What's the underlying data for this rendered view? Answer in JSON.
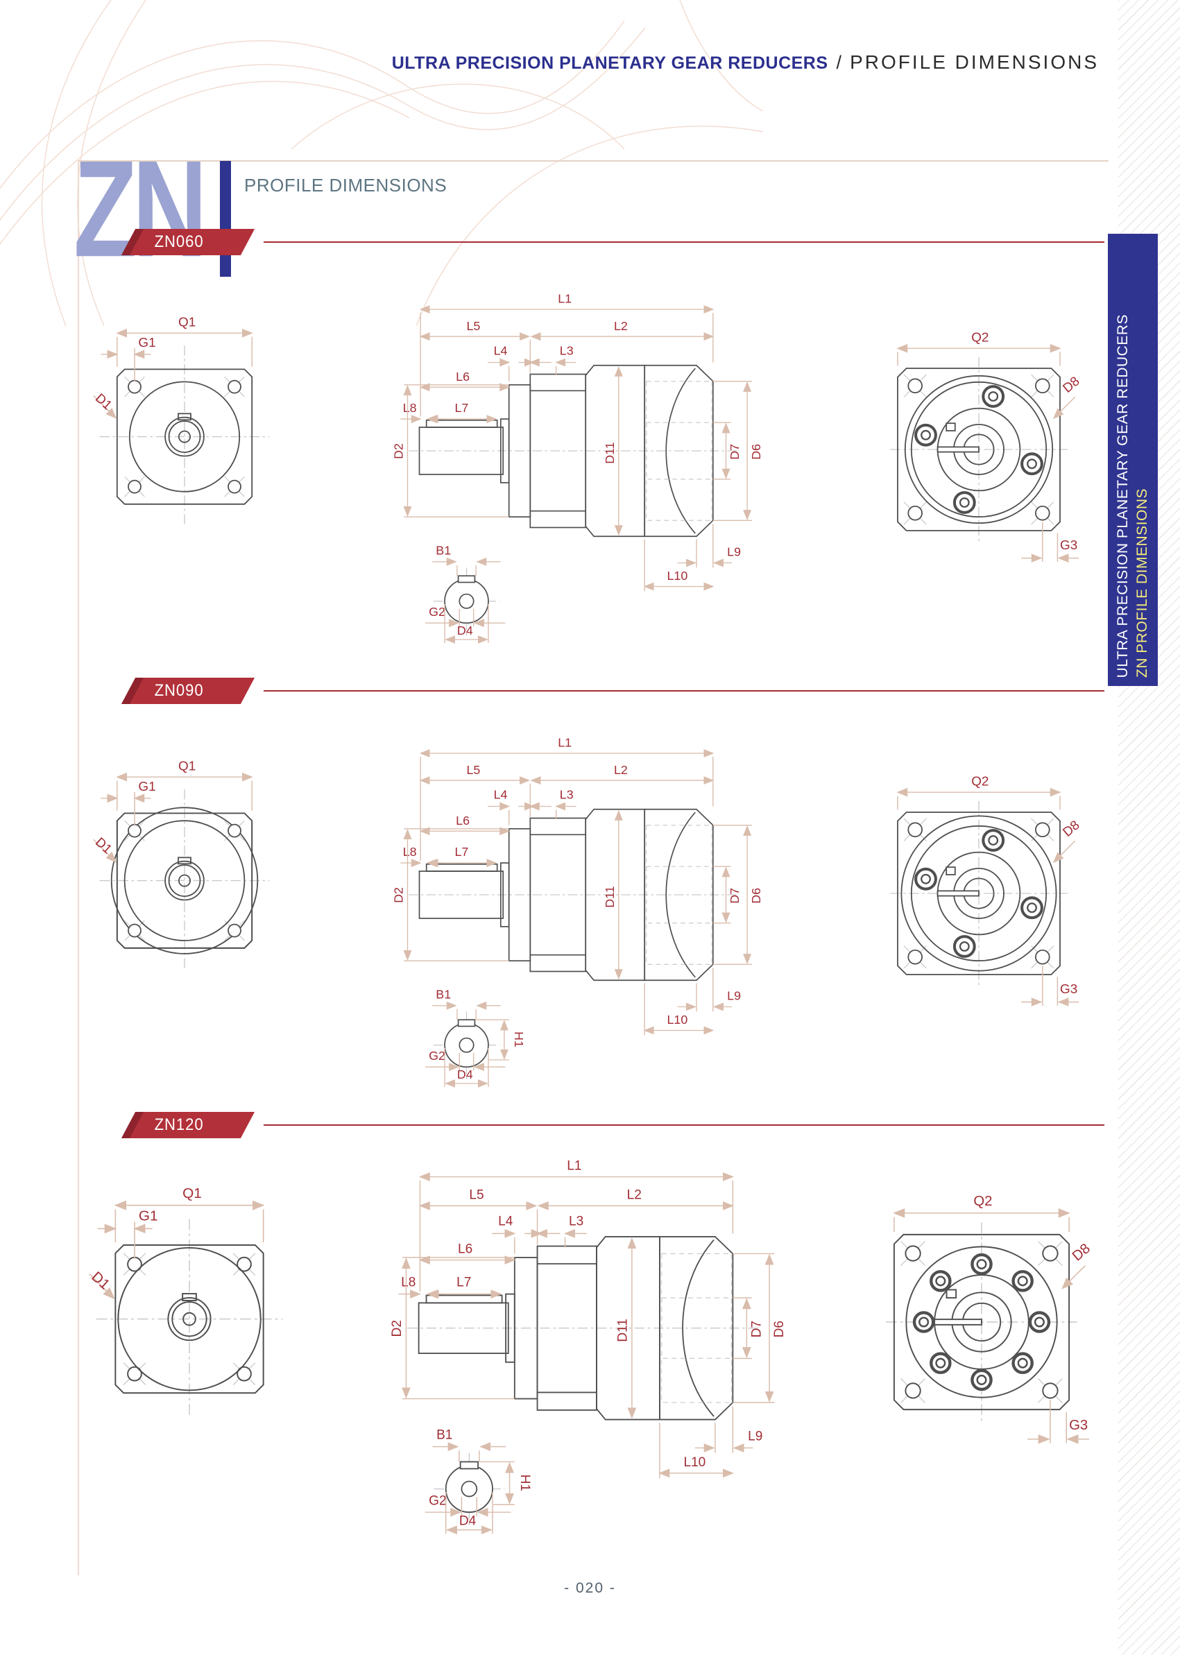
{
  "header": {
    "title_main": "ULTRA PRECISION PLANETARY GEAR REDUCERS",
    "title_sep": "/",
    "title_sub": "PROFILE DIMENSIONS"
  },
  "logo": {
    "text": "ZN",
    "caption": "PROFILE DIMENSIONS"
  },
  "sidebar": {
    "line1": "ULTRA PRECISION PLANETARY GEAR REDUCERS",
    "line2": "ZN PROFILE DIMENSIONS"
  },
  "sections": [
    {
      "title": "ZN060"
    },
    {
      "title": "ZN090"
    },
    {
      "title": "ZN120"
    }
  ],
  "dims": {
    "q1": "Q1",
    "g1": "G1",
    "d1": "D1",
    "l1": "L1",
    "l2": "L2",
    "l3": "L3",
    "l4": "L4",
    "l5": "L5",
    "l6": "L6",
    "l7": "L7",
    "l8": "L8",
    "l9": "L9",
    "l10": "L10",
    "d2": "D2",
    "d11": "D11",
    "d7": "D7",
    "d6": "D6",
    "b1": "B1",
    "g2": "G2",
    "d4": "D4",
    "h1": "H1",
    "q2": "Q2",
    "d8": "D8",
    "g3": "G3"
  },
  "footer": {
    "page_number": "- 020 -"
  },
  "colors": {
    "accent_red": "#b23039",
    "accent_red_dark": "#8e232d",
    "label_red": "#a22d35",
    "dim_line_tan": "#d9bcab",
    "navy": "#2b2f8e",
    "logo_periwinkle": "#9aa3d1",
    "sidebar_bg": "#2f3490",
    "sidebar_yellow": "#f3ea7c",
    "caption_slate": "#5d7582",
    "outline_gray": "#4f4f4f"
  }
}
